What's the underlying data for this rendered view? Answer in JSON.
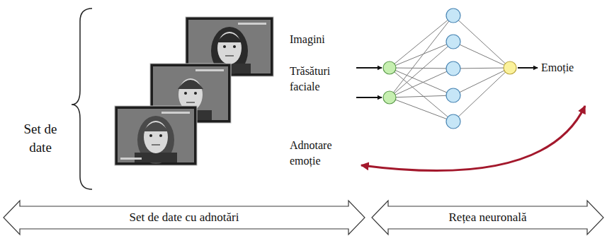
{
  "diagram": {
    "nodes": [
      {
        "text": [
          "Set de date cu adnotări"
        ]
      },
      {
        "text": [
          "Rețea neuronală"
        ]
      }
    ],
    "labels": [
      "Set de date",
      "Imagini",
      "Trăsături faciale",
      "Adnotare emoție",
      "Emoție"
    ]
  }
}
